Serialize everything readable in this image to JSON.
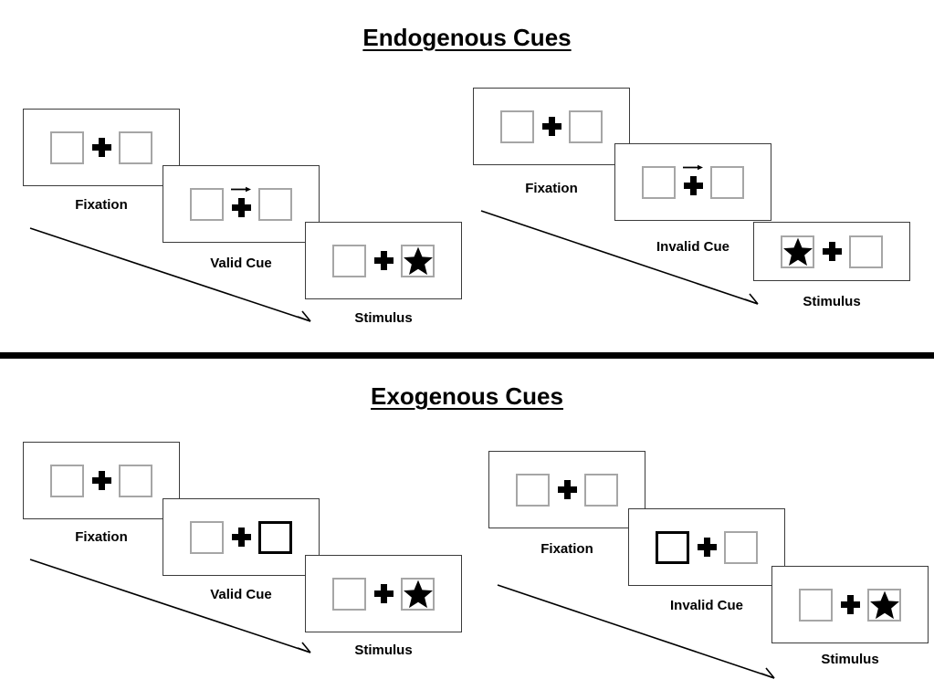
{
  "figure": {
    "title_top": "Endogenous Cues",
    "title_bottom": "Exogenous Cues"
  },
  "sections": [
    {
      "id": "endogenous",
      "title": "Endogenous Cues",
      "columns": [
        {
          "id": "endogenous-valid",
          "frames": [
            {
              "caption": "Fixation",
              "cue": "none",
              "stimulus": "none"
            },
            {
              "caption": "Valid Cue",
              "cue": "arrow-right",
              "stimulus": "none"
            },
            {
              "caption": "Stimulus",
              "cue": "none",
              "stimulus": "right"
            }
          ]
        },
        {
          "id": "endogenous-invalid",
          "frames": [
            {
              "caption": "Fixation",
              "cue": "none",
              "stimulus": "none"
            },
            {
              "caption": "Invalid Cue",
              "cue": "arrow-right",
              "stimulus": "none"
            },
            {
              "caption": "Stimulus",
              "cue": "none",
              "stimulus": "left"
            }
          ]
        }
      ]
    },
    {
      "id": "exogenous",
      "title": "Exogenous Cues",
      "columns": [
        {
          "id": "exogenous-valid",
          "frames": [
            {
              "caption": "Fixation",
              "cue": "none",
              "stimulus": "none"
            },
            {
              "caption": "Valid Cue",
              "cue": "box-right",
              "stimulus": "none"
            },
            {
              "caption": "Stimulus",
              "cue": "none",
              "stimulus": "right"
            }
          ]
        },
        {
          "id": "exogenous-invalid",
          "frames": [
            {
              "caption": "Fixation",
              "cue": "none",
              "stimulus": "none"
            },
            {
              "caption": "Invalid Cue",
              "cue": "box-left",
              "stimulus": "none"
            },
            {
              "caption": "Stimulus",
              "cue": "none",
              "stimulus": "right"
            }
          ]
        }
      ]
    }
  ],
  "icons": {
    "fixation_cross": "plus-cross-icon",
    "arrow_cue": "arrow-right-icon",
    "stimulus": "star-icon",
    "time_flow": "diagonal-arrow-icon"
  },
  "colors": {
    "placeholder_border": "#a6a6a6",
    "cued_border": "#000000",
    "panel_border": "#3b3b3b",
    "ink": "#000000",
    "background": "#ffffff"
  },
  "captions": {
    "fixation": "Fixation",
    "valid_cue": "Valid Cue",
    "invalid_cue": "Invalid Cue",
    "stimulus": "Stimulus"
  }
}
